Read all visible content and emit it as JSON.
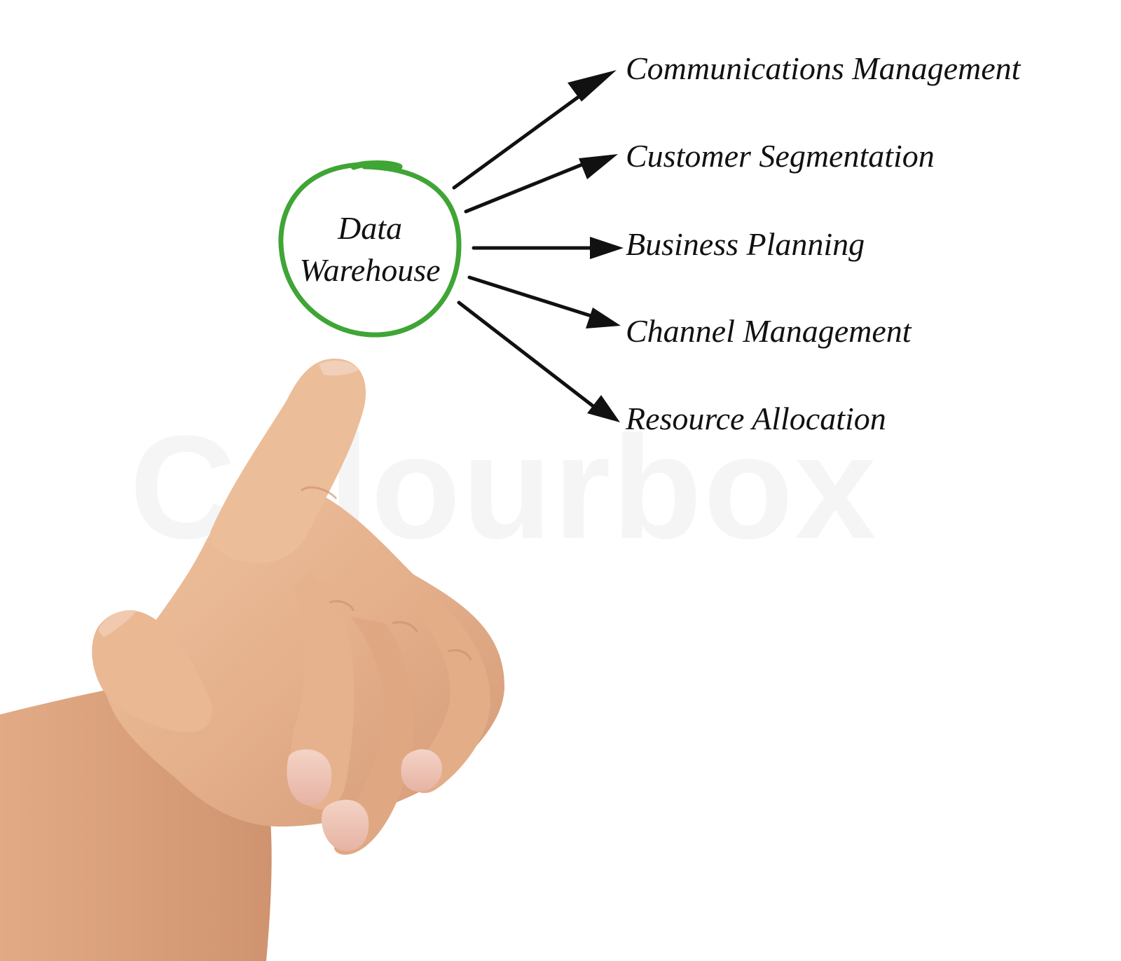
{
  "diagram": {
    "center": {
      "line1": "Data",
      "line2": "Warehouse",
      "ring_color": "#3fa535"
    },
    "branches": [
      {
        "label": "Communications Management"
      },
      {
        "label": "Customer Segmentation"
      },
      {
        "label": "Business Planning"
      },
      {
        "label": "Channel Management"
      },
      {
        "label": "Resource Allocation"
      }
    ],
    "arrow_color": "#111111"
  },
  "watermark": {
    "text": "Colourbox"
  },
  "photo": {
    "subject": "hand-pointing-icon"
  }
}
